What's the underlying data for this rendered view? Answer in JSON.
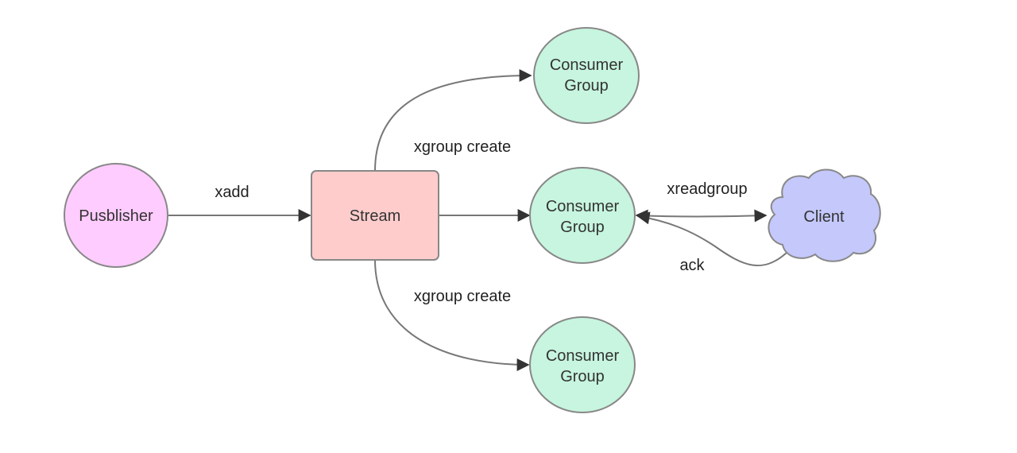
{
  "nodes": {
    "publisher": {
      "label": "Pusblisher",
      "color": "#FFCCFF"
    },
    "stream": {
      "label": "Stream",
      "color": "#FFCCCC"
    },
    "consumer_group_top": {
      "label_line1": "Consumer",
      "label_line2": "Group",
      "color": "#C7F5DF"
    },
    "consumer_group_middle": {
      "label_line1": "Consumer",
      "label_line2": "Group",
      "color": "#C7F5DF"
    },
    "consumer_group_bottom": {
      "label_line1": "Consumer",
      "label_line2": "Group",
      "color": "#C7F5DF"
    },
    "client": {
      "label": "Client",
      "color": "#C4C8FB"
    }
  },
  "edges": {
    "xadd": {
      "label": "xadd"
    },
    "xgroup_create_top": {
      "label": "xgroup create"
    },
    "xgroup_create_bottom": {
      "label": "xgroup create"
    },
    "xreadgroup": {
      "label": "xreadgroup"
    },
    "ack": {
      "label": "ack"
    }
  }
}
